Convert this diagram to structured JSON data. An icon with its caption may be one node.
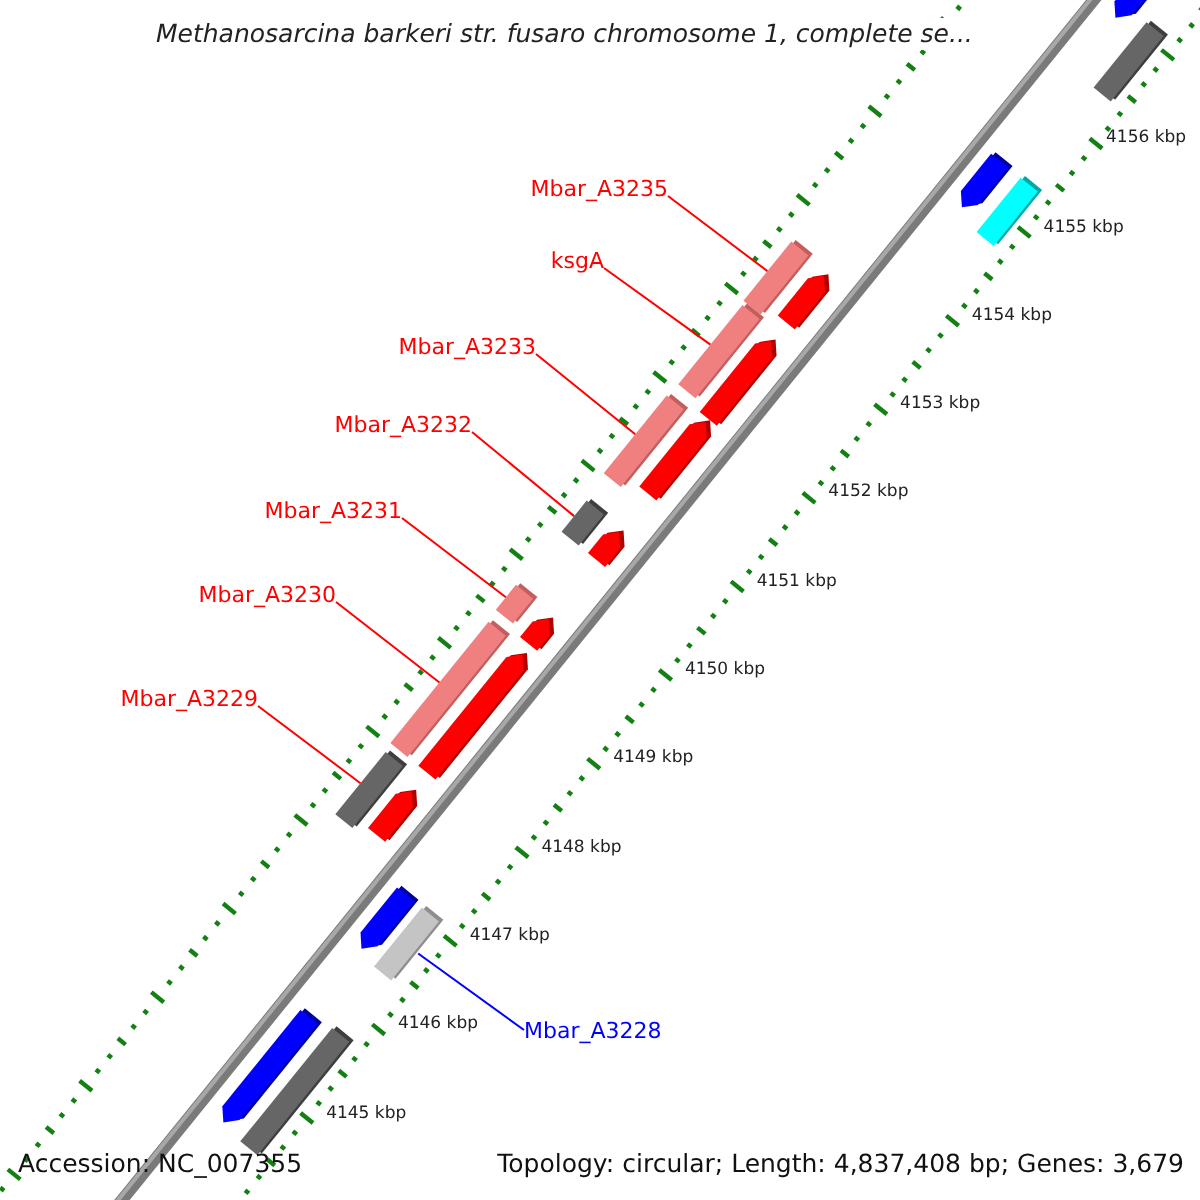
{
  "diagram": {
    "title": "Methanosarcina barkeri str. fusaro chromosome 1, complete se...",
    "nodes": [
      {
        "text": [
          "Mbar_A3235"
        ]
      },
      {
        "text": [
          "ksgA"
        ]
      },
      {
        "text": [
          "Mbar_A3233"
        ]
      },
      {
        "text": [
          "Mbar_A3232"
        ]
      },
      {
        "text": [
          "Mbar_A3231"
        ]
      },
      {
        "text": [
          "Mbar_A3230"
        ]
      },
      {
        "text": [
          "Mbar_A3229"
        ]
      },
      {
        "text": [
          "Mbar_A3228"
        ]
      },
      {
        "text": [],
        "shape": "pentagon"
      },
      {
        "text": [],
        "shape": "bar"
      },
      {
        "text": [],
        "shape": "pentagon"
      },
      {
        "text": [],
        "shape": "bar"
      },
      {
        "text": [],
        "shape": "bar"
      },
      {
        "text": [],
        "shape": "pentagon"
      },
      {
        "text": [],
        "shape": "bar"
      },
      {
        "text": [],
        "shape": "pentagon"
      },
      {
        "text": [],
        "shape": "bar"
      },
      {
        "text": [],
        "shape": "pentagon"
      },
      {
        "text": [],
        "shape": "bar"
      },
      {
        "text": [],
        "shape": "pentagon"
      },
      {
        "text": [],
        "shape": "bar"
      },
      {
        "text": [],
        "shape": "pentagon"
      },
      {
        "text": [],
        "shape": "bar"
      },
      {
        "text": [],
        "shape": "pentagon"
      },
      {
        "text": [],
        "shape": "bar"
      },
      {
        "text": [],
        "shape": "pentagon"
      },
      {
        "text": [],
        "shape": "pentagon"
      },
      {
        "text": [],
        "shape": "bar"
      },
      {
        "text": [],
        "shape": "pentagon"
      },
      {
        "text": [],
        "shape": "bar"
      }
    ],
    "edges": [
      {
        "from": 0,
        "to": 12,
        "arrow": "none"
      },
      {
        "from": 1,
        "to": 14,
        "arrow": "none"
      },
      {
        "from": 2,
        "to": 16,
        "arrow": "none"
      },
      {
        "from": 3,
        "to": 18,
        "arrow": "none"
      },
      {
        "from": 4,
        "to": 20,
        "arrow": "none"
      },
      {
        "from": 5,
        "to": 22,
        "arrow": "none"
      },
      {
        "from": 6,
        "to": 24,
        "arrow": "none"
      },
      {
        "from": 7,
        "to": 27,
        "arrow": "none",
        "color": "#0000ff"
      }
    ],
    "labels": [
      "4156 kbp",
      "4155 kbp",
      "4154 kbp",
      "4153 kbp",
      "4152 kbp",
      "4151 kbp",
      "4150 kbp",
      "4149 kbp",
      "4148 kbp",
      "4147 kbp",
      "4146 kbp",
      "4145 kbp",
      "Accession: NC_007355",
      "Topology: circular; Length: 4,837,408 bp; Genes: 3,679"
    ]
  }
}
